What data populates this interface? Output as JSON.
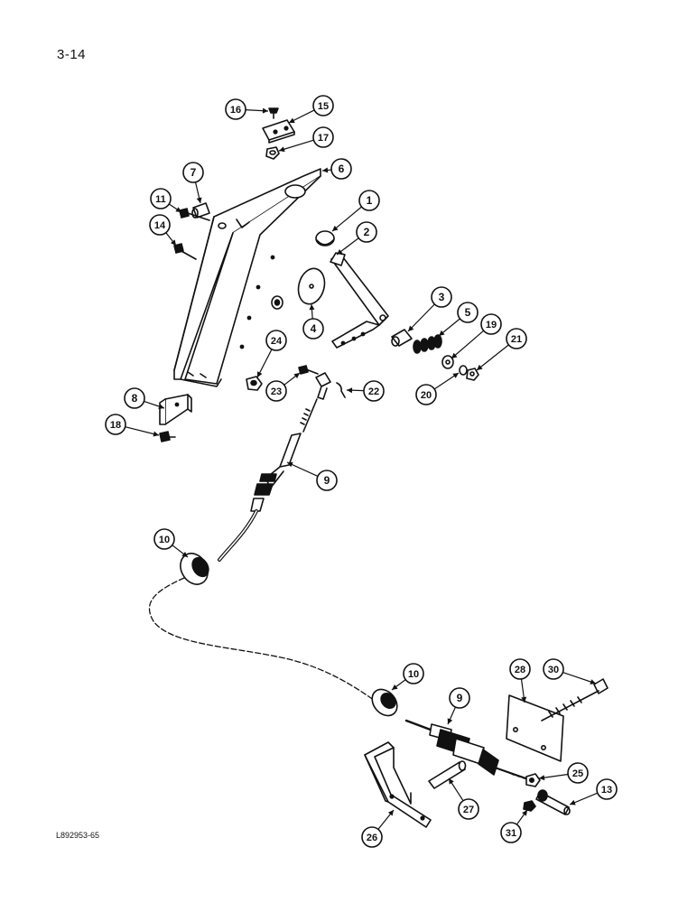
{
  "page_number": "3-14",
  "document_code": "L892953-65",
  "callouts": [
    {
      "id": "c1",
      "label": "1"
    },
    {
      "id": "c2",
      "label": "2"
    },
    {
      "id": "c3",
      "label": "3"
    },
    {
      "id": "c4",
      "label": "4"
    },
    {
      "id": "c5",
      "label": "5"
    },
    {
      "id": "c6",
      "label": "6"
    },
    {
      "id": "c7",
      "label": "7"
    },
    {
      "id": "c8",
      "label": "8"
    },
    {
      "id": "c9a",
      "label": "9"
    },
    {
      "id": "c9b",
      "label": "9"
    },
    {
      "id": "c10a",
      "label": "10"
    },
    {
      "id": "c10b",
      "label": "10"
    },
    {
      "id": "c11",
      "label": "11"
    },
    {
      "id": "c13",
      "label": "13"
    },
    {
      "id": "c14",
      "label": "14"
    },
    {
      "id": "c15",
      "label": "15"
    },
    {
      "id": "c16",
      "label": "16"
    },
    {
      "id": "c17",
      "label": "17"
    },
    {
      "id": "c18",
      "label": "18"
    },
    {
      "id": "c19",
      "label": "19"
    },
    {
      "id": "c20",
      "label": "20"
    },
    {
      "id": "c21",
      "label": "21"
    },
    {
      "id": "c22",
      "label": "22"
    },
    {
      "id": "c23",
      "label": "23"
    },
    {
      "id": "c24",
      "label": "24"
    },
    {
      "id": "c25",
      "label": "25"
    },
    {
      "id": "c26",
      "label": "26"
    },
    {
      "id": "c27",
      "label": "27"
    },
    {
      "id": "c28",
      "label": "28"
    },
    {
      "id": "c30",
      "label": "30"
    },
    {
      "id": "c31",
      "label": "31"
    }
  ]
}
